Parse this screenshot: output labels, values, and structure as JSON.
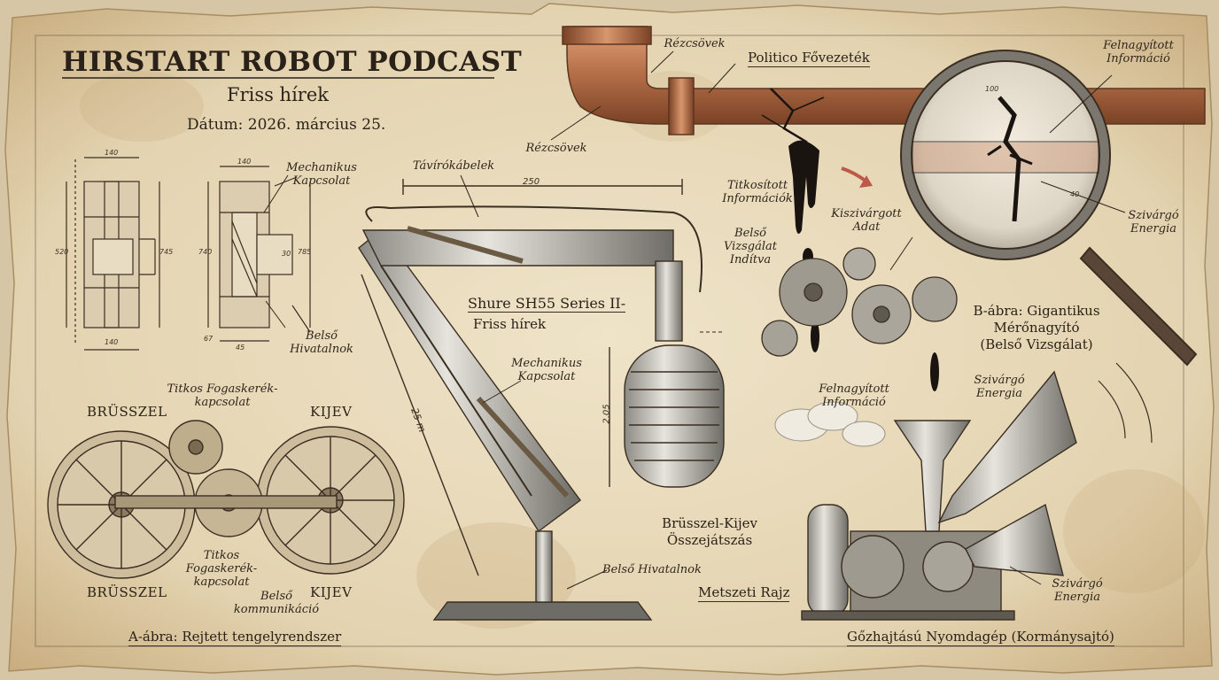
{
  "header": {
    "title": "HIRSTART ROBOT PODCAST",
    "subtitle": "Friss hírek",
    "date": "Dátum: 2026. március 25."
  },
  "figure_a": {
    "caption": "A-ábra: Rejtett tengelyrendszer",
    "city_left_top": "BRÜSSZEL",
    "city_right_top": "KIJEV",
    "city_left_bottom": "BRÜSSZEL",
    "city_right_bottom": "KIJEV",
    "secret_gear_top": "Titkos Fogaskerék-\nkapcsolat",
    "secret_gear_bottom": "Titkos\nFogaskerék-\nkapcsolat",
    "internal_comm": "Belső\nkommunikáció"
  },
  "blueprint": {
    "mech_coupling": "Mechanikus\nKapcsolat",
    "officials": "Belső\nHivatalnok",
    "dims": [
      "140",
      "140",
      "520",
      "745",
      "740",
      "785",
      "67",
      "45",
      "140",
      "30"
    ]
  },
  "microphone": {
    "telegraph_cables": "Távírókábelek",
    "model_line1": "Shure SH55 Series II-",
    "model_line2": "Friss hírek",
    "mech_coupling": "Mechanikus\nKapcsolat",
    "internal_officials": "Belső Hivatalnok",
    "dim_top": "250",
    "dim_diag": "25 m",
    "dim_right": "2.05"
  },
  "pipe": {
    "copper_pipes_top": "Rézcsövek",
    "copper_pipes_left": "Rézcsövek",
    "main_pipe": "Politico Fővezeték",
    "encrypted": "Titkosított\nInformációk",
    "leaked_data": "Kiszivárgott\nAdat",
    "internal_audit": "Belső\nVizsgálat\nIndítva"
  },
  "magnifier": {
    "enlarged_info": "Felnagyított\nInformáció",
    "leaking_energy": "Szivárgó\nEnergia",
    "caption": "B-ábra: Gigantikus\nMérőnagyító\n(Belső Vizsgálat)",
    "scale_100": "100",
    "scale_40": "40"
  },
  "press": {
    "enlarged_info": "Felnagyított\nInformáció",
    "leaking_energy_top": "Szivárgó\nEnergia",
    "leaking_energy_bottom": "Szivárgó\nEnergia",
    "collusion": "Brüsszel-Kijev\nÖsszejátszás",
    "section_drawing": "Metszeti Rajz",
    "caption": "Gőzhajtású Nyomdagép (Kormánysajtó)"
  },
  "colors": {
    "paper": "#e8dcc2",
    "ink": "#2f261c",
    "copper": "#b36a45",
    "leak": "#1a1410",
    "arrow_red": "#c0584a"
  }
}
